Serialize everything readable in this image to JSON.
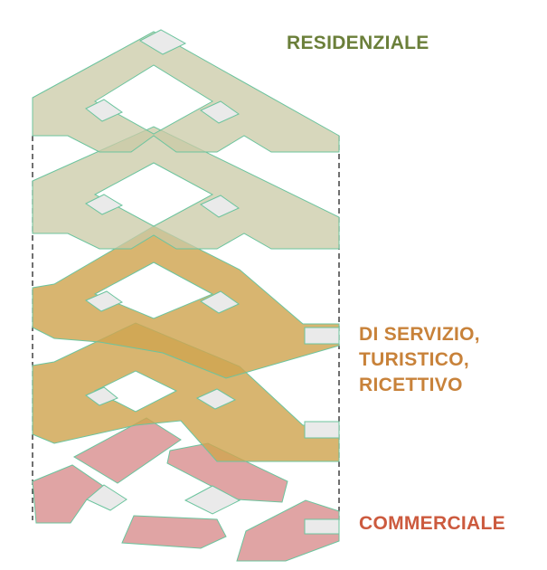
{
  "labels": {
    "residential": "RESIDENZIALE",
    "services_line1": "DI SERVIZIO,",
    "services_line2": "TURISTICO,",
    "services_line3": "RICETTIVO",
    "commercial": "COMMERCIALE"
  },
  "colors": {
    "residential_fill": "#c9c9a6",
    "residential_text": "#6b7f3a",
    "services_fill": "#cfa551",
    "services_text": "#c8823a",
    "commercial_fill": "#dd9a9a",
    "commercial_text": "#cc5a3e",
    "outline": "#6cc49e",
    "void_fill": "#eaeaea"
  }
}
